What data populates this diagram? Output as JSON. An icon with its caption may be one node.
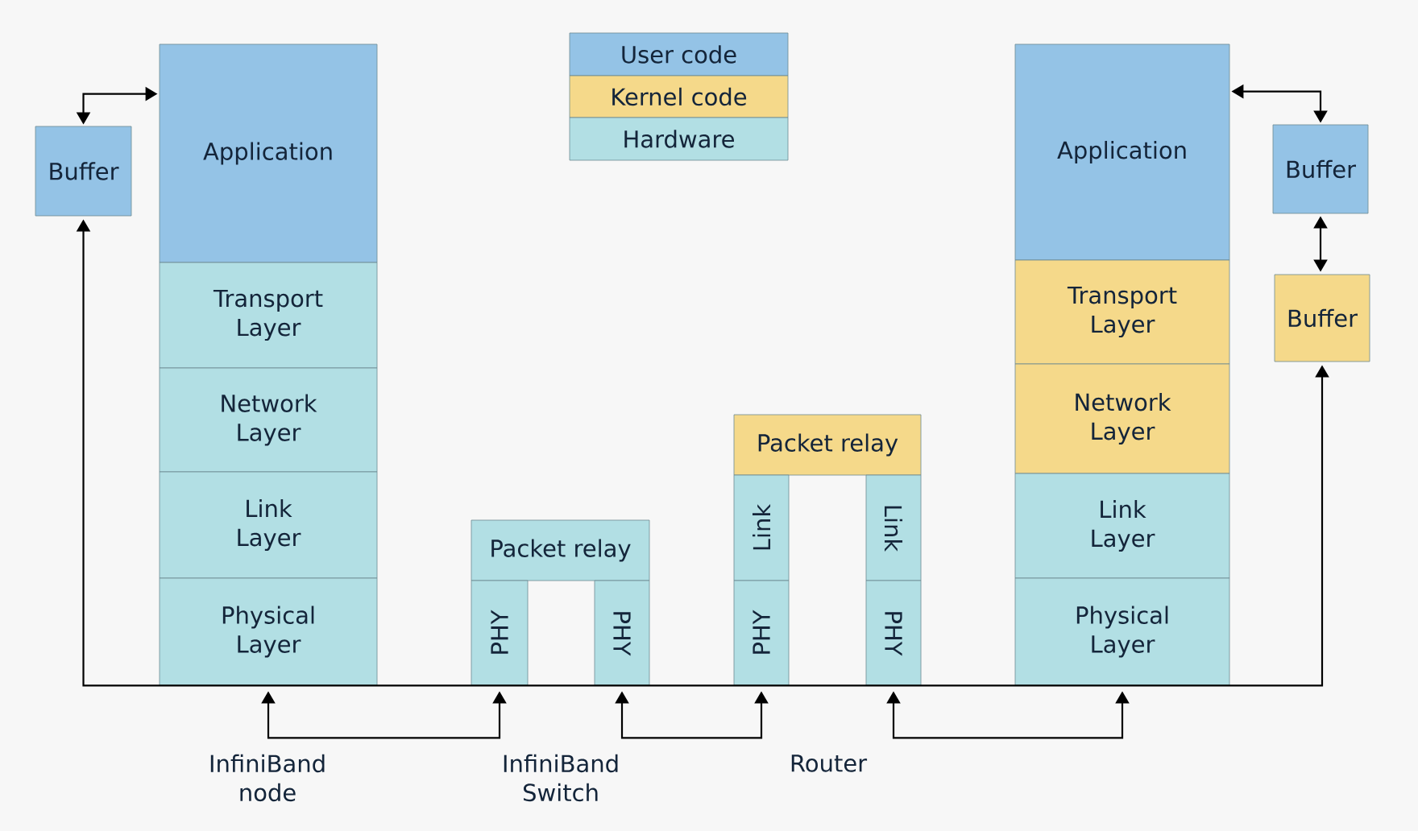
{
  "diagram": {
    "nodes": [
      {
        "text": [
          "Buffer"
        ]
      },
      {
        "text": [
          "Application"
        ]
      },
      {
        "text": [
          "Transport Layer"
        ]
      },
      {
        "text": [
          "Network Layer"
        ]
      },
      {
        "text": [
          "Link Layer"
        ]
      },
      {
        "text": [
          "Physical Layer"
        ]
      },
      {
        "text": [
          "Packet relay"
        ]
      },
      {
        "text": [
          "PHY"
        ]
      },
      {
        "text": [
          "PHY"
        ]
      },
      {
        "text": [
          "Packet relay"
        ]
      },
      {
        "text": [
          "Link"
        ]
      },
      {
        "text": [
          "PHY"
        ]
      },
      {
        "text": [
          "Link"
        ]
      },
      {
        "text": [
          "PHY"
        ]
      },
      {
        "text": [
          "Application"
        ]
      },
      {
        "text": [
          "Transport Layer"
        ]
      },
      {
        "text": [
          "Network Layer"
        ]
      },
      {
        "text": [
          "Link Layer"
        ]
      },
      {
        "text": [
          "Physical Layer"
        ]
      },
      {
        "text": [
          "Buffer"
        ]
      },
      {
        "text": [
          "Buffer"
        ]
      }
    ],
    "edges": [
      {
        "from": 0,
        "to": 1,
        "arrow": "both"
      },
      {
        "from": 14,
        "to": 19,
        "arrow": "both"
      },
      {
        "from": 19,
        "to": 20,
        "arrow": "both"
      },
      {
        "from": 0,
        "to": 20,
        "arrow": "both"
      },
      {
        "from": 5,
        "to": 7,
        "arrow": "both"
      },
      {
        "from": 8,
        "to": 11,
        "arrow": "both"
      },
      {
        "from": 13,
        "to": 18,
        "arrow": "both"
      }
    ],
    "labels": [
      "InfiniBand node",
      "InfiniBand Switch",
      "Router"
    ],
    "legend": [
      {
        "text": "User code",
        "color": "#94c3e6"
      },
      {
        "text": "Kernel code",
        "color": "#f5d98a"
      },
      {
        "text": "Hardware",
        "color": "#b2dfe4"
      }
    ]
  }
}
